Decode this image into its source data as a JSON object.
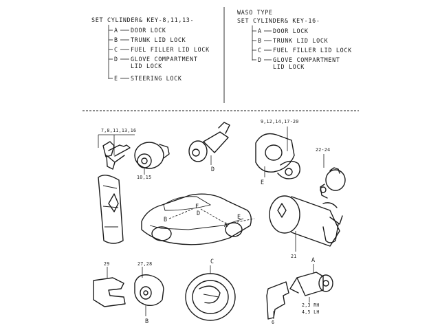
{
  "left_set": {
    "title": "SET CYLINDER& KEY-8,11,13-",
    "items": [
      {
        "code": "A",
        "label": "DOOR LOCK"
      },
      {
        "code": "B",
        "label": "TRUNK LID LOCK"
      },
      {
        "code": "C",
        "label": "FUEL FILLER LID LOCK"
      },
      {
        "code": "D",
        "label": "GLOVE COMPARTMENT"
      },
      {
        "code": "",
        "label": "LID LOCK"
      },
      {
        "code": "E",
        "label": "STEERING LOCK"
      }
    ]
  },
  "right_set": {
    "type_line": "WASO TYPE",
    "title": "SET CYLINDER& KEY-16-",
    "items": [
      {
        "code": "A",
        "label": "DOOR LOCK"
      },
      {
        "code": "B",
        "label": "TRUNK LID LOCK"
      },
      {
        "code": "C",
        "label": "FUEL FILLER LID LOCK"
      },
      {
        "code": "D",
        "label": "GLOVE COMPARTMENT"
      },
      {
        "code": "",
        "label": "LID LOCK"
      }
    ]
  },
  "callouts": {
    "keys": "7,8,11,13,16",
    "cylinder": "10,15",
    "steering_ring": "9,12,14,17-20",
    "switch": "22-24",
    "steering_housing": "21",
    "clip": "29",
    "trunk_cylinder": "27,28",
    "door_plate": "6",
    "door_rh": "2,3 RH",
    "door_lh": "4,5 LH"
  },
  "letters": {
    "glove_lock": "D",
    "steering_ring": "E",
    "fuel_cap": "C",
    "trunk_lock": "B",
    "door_lock": "A",
    "car_b": "B",
    "car_f": "F",
    "car_d": "D",
    "car_e": "E",
    "car_a": "A"
  }
}
